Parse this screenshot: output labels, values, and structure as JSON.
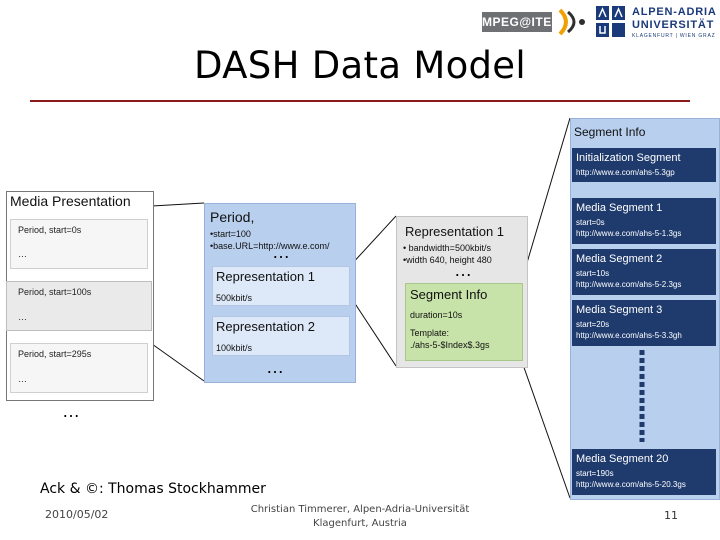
{
  "slide": {
    "title": "DASH Data Model",
    "page_number": "11",
    "date": "2010/05/02",
    "ack": "Ack & ©: Thomas Stockhammer",
    "footer_line1": "Christian Timmerer, Alpen-Adria-Universität",
    "footer_line2": "Klagenfurt, Austria"
  },
  "logos": {
    "mpeg": "MPEG@ITEC",
    "aau_line1": "ALPEN-ADRIA",
    "aau_line2": "UNIVERSITÄT",
    "aau_line3": "KLAGENFURT | WIEN GRAZ"
  },
  "media_presentation": {
    "title": "Media Presentation",
    "periods": [
      {
        "label": "Period, start=0s",
        "dots": "…"
      },
      {
        "label": "Period, start=100s",
        "dots": "…"
      },
      {
        "label": "Period, start=295s",
        "dots": "…"
      }
    ],
    "more": "…"
  },
  "period": {
    "title": "Period,",
    "attr1": "•start=100",
    "attr2": "•base.URL=http://www.e.com/",
    "dots_top": "…",
    "rep1_title": "Representation 1",
    "rep1_sub": "500kbit/s",
    "rep2_title": "Representation 2",
    "rep2_sub": "100kbit/s",
    "dots_bottom": "…"
  },
  "representation": {
    "title": "Representation 1",
    "attr1": "• bandwidth=500kbit/s",
    "attr2": "•width 640, height 480",
    "dots": "…",
    "seginfo_title": "Segment Info",
    "seginfo_duration": "duration=10s",
    "seginfo_template_label": "Template:",
    "seginfo_template": "./ahs-5-$Index$.3gs"
  },
  "segment_info": {
    "title": "Segment Info",
    "init_title": "Initialization Segment",
    "init_url": "http://www.e.com/ahs-5.3gp",
    "segments": [
      {
        "title": "Media Segment 1",
        "start": "start=0s",
        "url": "http://www.e.com/ahs-5-1.3gs"
      },
      {
        "title": "Media Segment 2",
        "start": "start=10s",
        "url": "http://www.e.com/ahs-5-2.3gs"
      },
      {
        "title": "Media Segment 3",
        "start": "start=20s",
        "url": "http://www.e.com/ahs-5-3.3gh"
      },
      {
        "title": "Media Segment 20",
        "start": "start=190s",
        "url": "http://www.e.com/ahs-5-20.3gs"
      }
    ]
  },
  "colors": {
    "dark_blue": "#1f3b6e",
    "light_blue": "#b8cfee",
    "grey_panel": "#e6e6e6",
    "green_box": "#c7e3a9",
    "rule_red": "#8b1a1a"
  }
}
